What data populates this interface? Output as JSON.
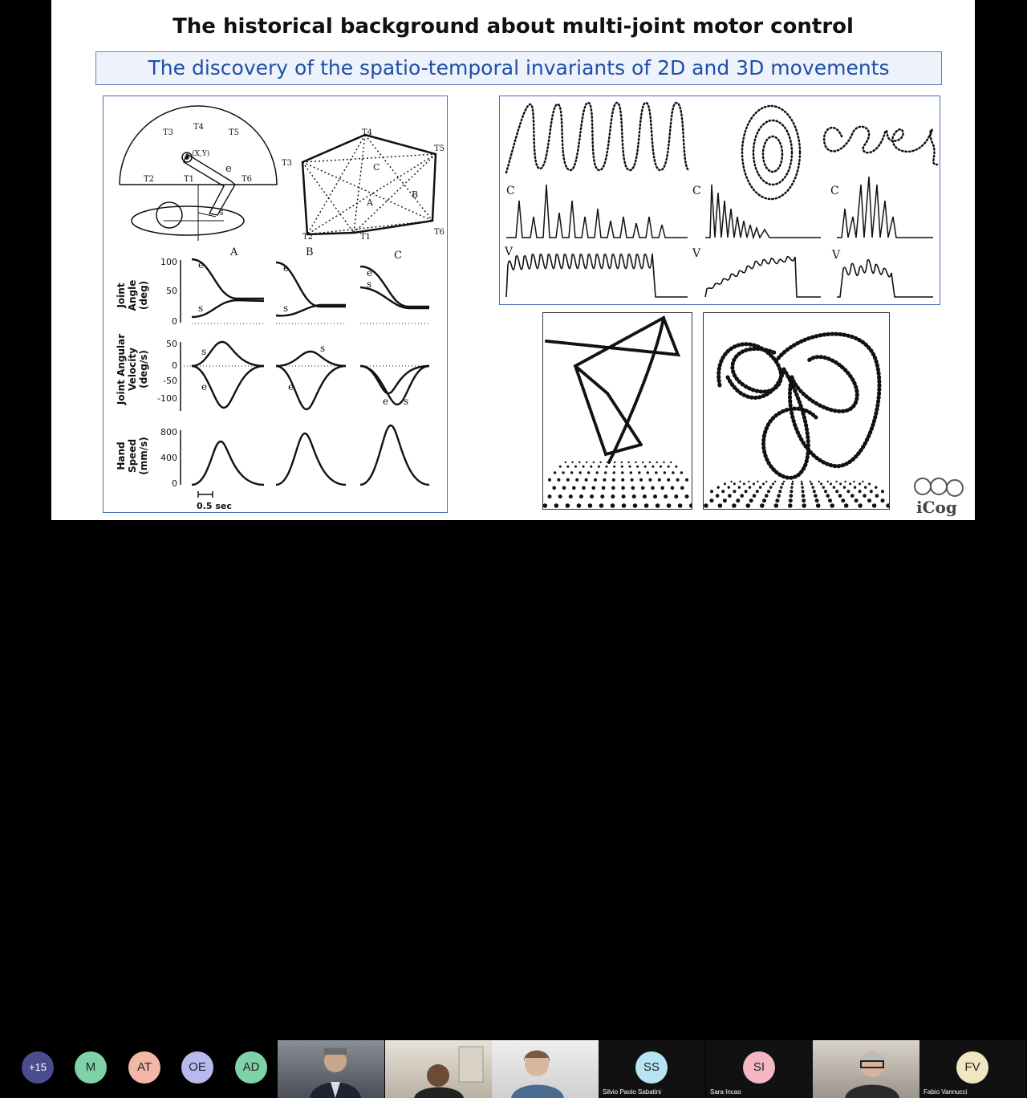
{
  "slide": {
    "title": "The historical background about multi-joint motor control",
    "subtitle": "The discovery of the spatio-temporal invariants of 2D and 3D movements"
  },
  "left_figure": {
    "targets": [
      "T1",
      "T2",
      "T3",
      "T4",
      "T5",
      "T6"
    ],
    "arm_labels": {
      "xy": "(X,Y)",
      "elbow": "e",
      "shoulder": "s"
    },
    "path_labels": [
      "A",
      "B",
      "C"
    ],
    "columns": [
      "A",
      "B",
      "C"
    ],
    "rows": [
      {
        "label_lines": [
          "Joint",
          "Angle",
          "(deg)"
        ],
        "ticks": [
          "100",
          "50",
          "0"
        ]
      },
      {
        "label_lines": [
          "Joint Angular",
          "Velocity",
          "(deg/s)"
        ],
        "ticks": [
          "50",
          "0",
          "-50",
          "-100"
        ]
      },
      {
        "label_lines": [
          "Hand",
          "Speed",
          "(mm/s)"
        ],
        "ticks": [
          "800",
          "400",
          "0"
        ]
      }
    ],
    "curve_labels": {
      "e": "e",
      "s": "s"
    },
    "scale_bar": "0.5 sec"
  },
  "right_figure": {
    "trace_labels": {
      "c": "C",
      "v": "V"
    }
  },
  "logo": {
    "text": "iCog"
  },
  "participants": {
    "more": "+15",
    "avatars": [
      {
        "initials": "M",
        "color": "#7fd1a8"
      },
      {
        "initials": "AT",
        "color": "#f2b7a6"
      },
      {
        "initials": "OE",
        "color": "#b8b9ee"
      },
      {
        "initials": "AD",
        "color": "#7fd1a8"
      },
      {
        "initials": "SS",
        "color": "#b6e4f2"
      },
      {
        "initials": "SI",
        "color": "#f2b7c3"
      },
      {
        "initials": "FV",
        "color": "#f0e6c0"
      }
    ],
    "names": {
      "ss": "Silvio Paolo Sabatini",
      "si": "Sara Incao",
      "fv": "Fabio Vannucci"
    }
  }
}
